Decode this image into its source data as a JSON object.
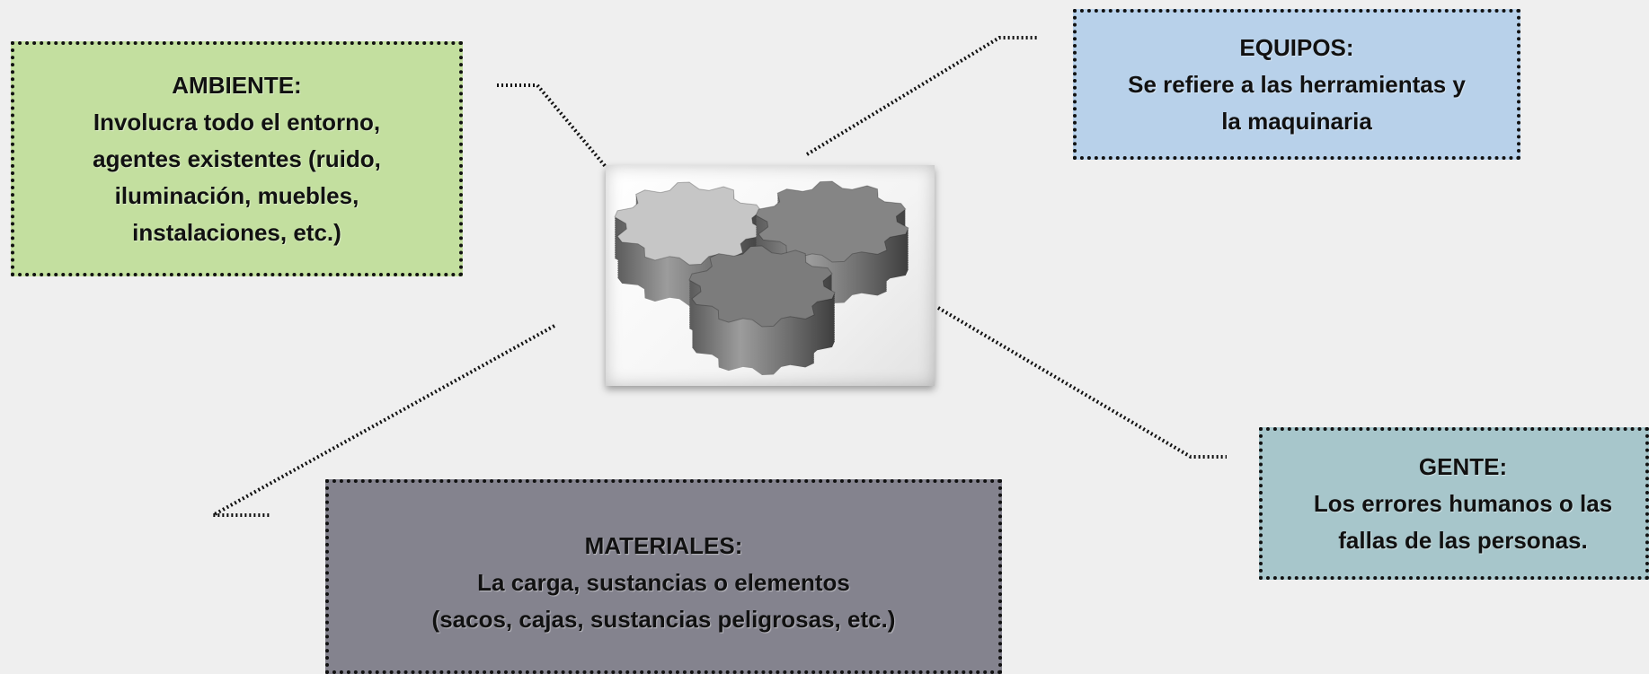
{
  "diagram": {
    "center": {
      "icon": "gears-icon"
    },
    "boxes": {
      "ambiente": {
        "title": "AMBIENTE:",
        "lines": [
          "Involucra todo el entorno,",
          "agentes existentes (ruido,",
          "iluminación, muebles,",
          "instalaciones, etc.)"
        ],
        "color": "#c3df9f"
      },
      "equipos": {
        "title": "EQUIPOS:",
        "lines": [
          "Se refiere a las herramientas y",
          "la maquinaria"
        ],
        "color": "#b8d1ea"
      },
      "gente": {
        "title": "GENTE:",
        "lines": [
          "Los errores humanos o las",
          "fallas de las personas."
        ],
        "color": "#a7c6cb"
      },
      "materiales": {
        "title": "MATERIALES:",
        "lines": [
          "La carga, sustancias o elementos",
          "(sacos, cajas, sustancias peligrosas, etc.)"
        ],
        "color": "#84838e"
      }
    }
  }
}
